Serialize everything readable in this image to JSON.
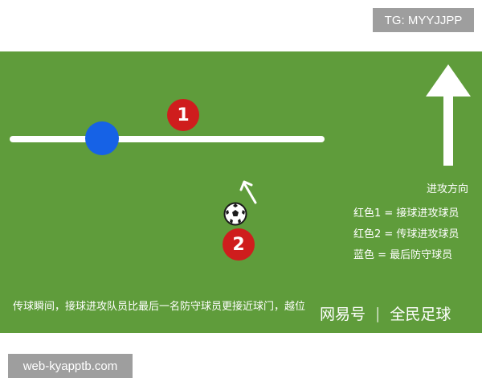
{
  "badges": {
    "tg": "TG: MYYJJPP",
    "url": "web-kyapptb.com"
  },
  "diagram": {
    "attacker_1_number": "1",
    "attacker_2_number": "2",
    "attack_direction_label": "进攻方向",
    "legend": [
      "红色1 = 接球进攻球员",
      "红色2 = 传球进攻球员",
      "蓝色 = 最后防守球员"
    ],
    "caption": "传球瞬间，接球进攻队员比最后一名防守球员更接近球门，越位",
    "colors": {
      "field": "#5f9c3b",
      "attacker": "#cf1d1d",
      "defender": "#1662e6"
    }
  },
  "watermark": {
    "left": "网易号",
    "separator": "|",
    "right": "全民足球"
  }
}
